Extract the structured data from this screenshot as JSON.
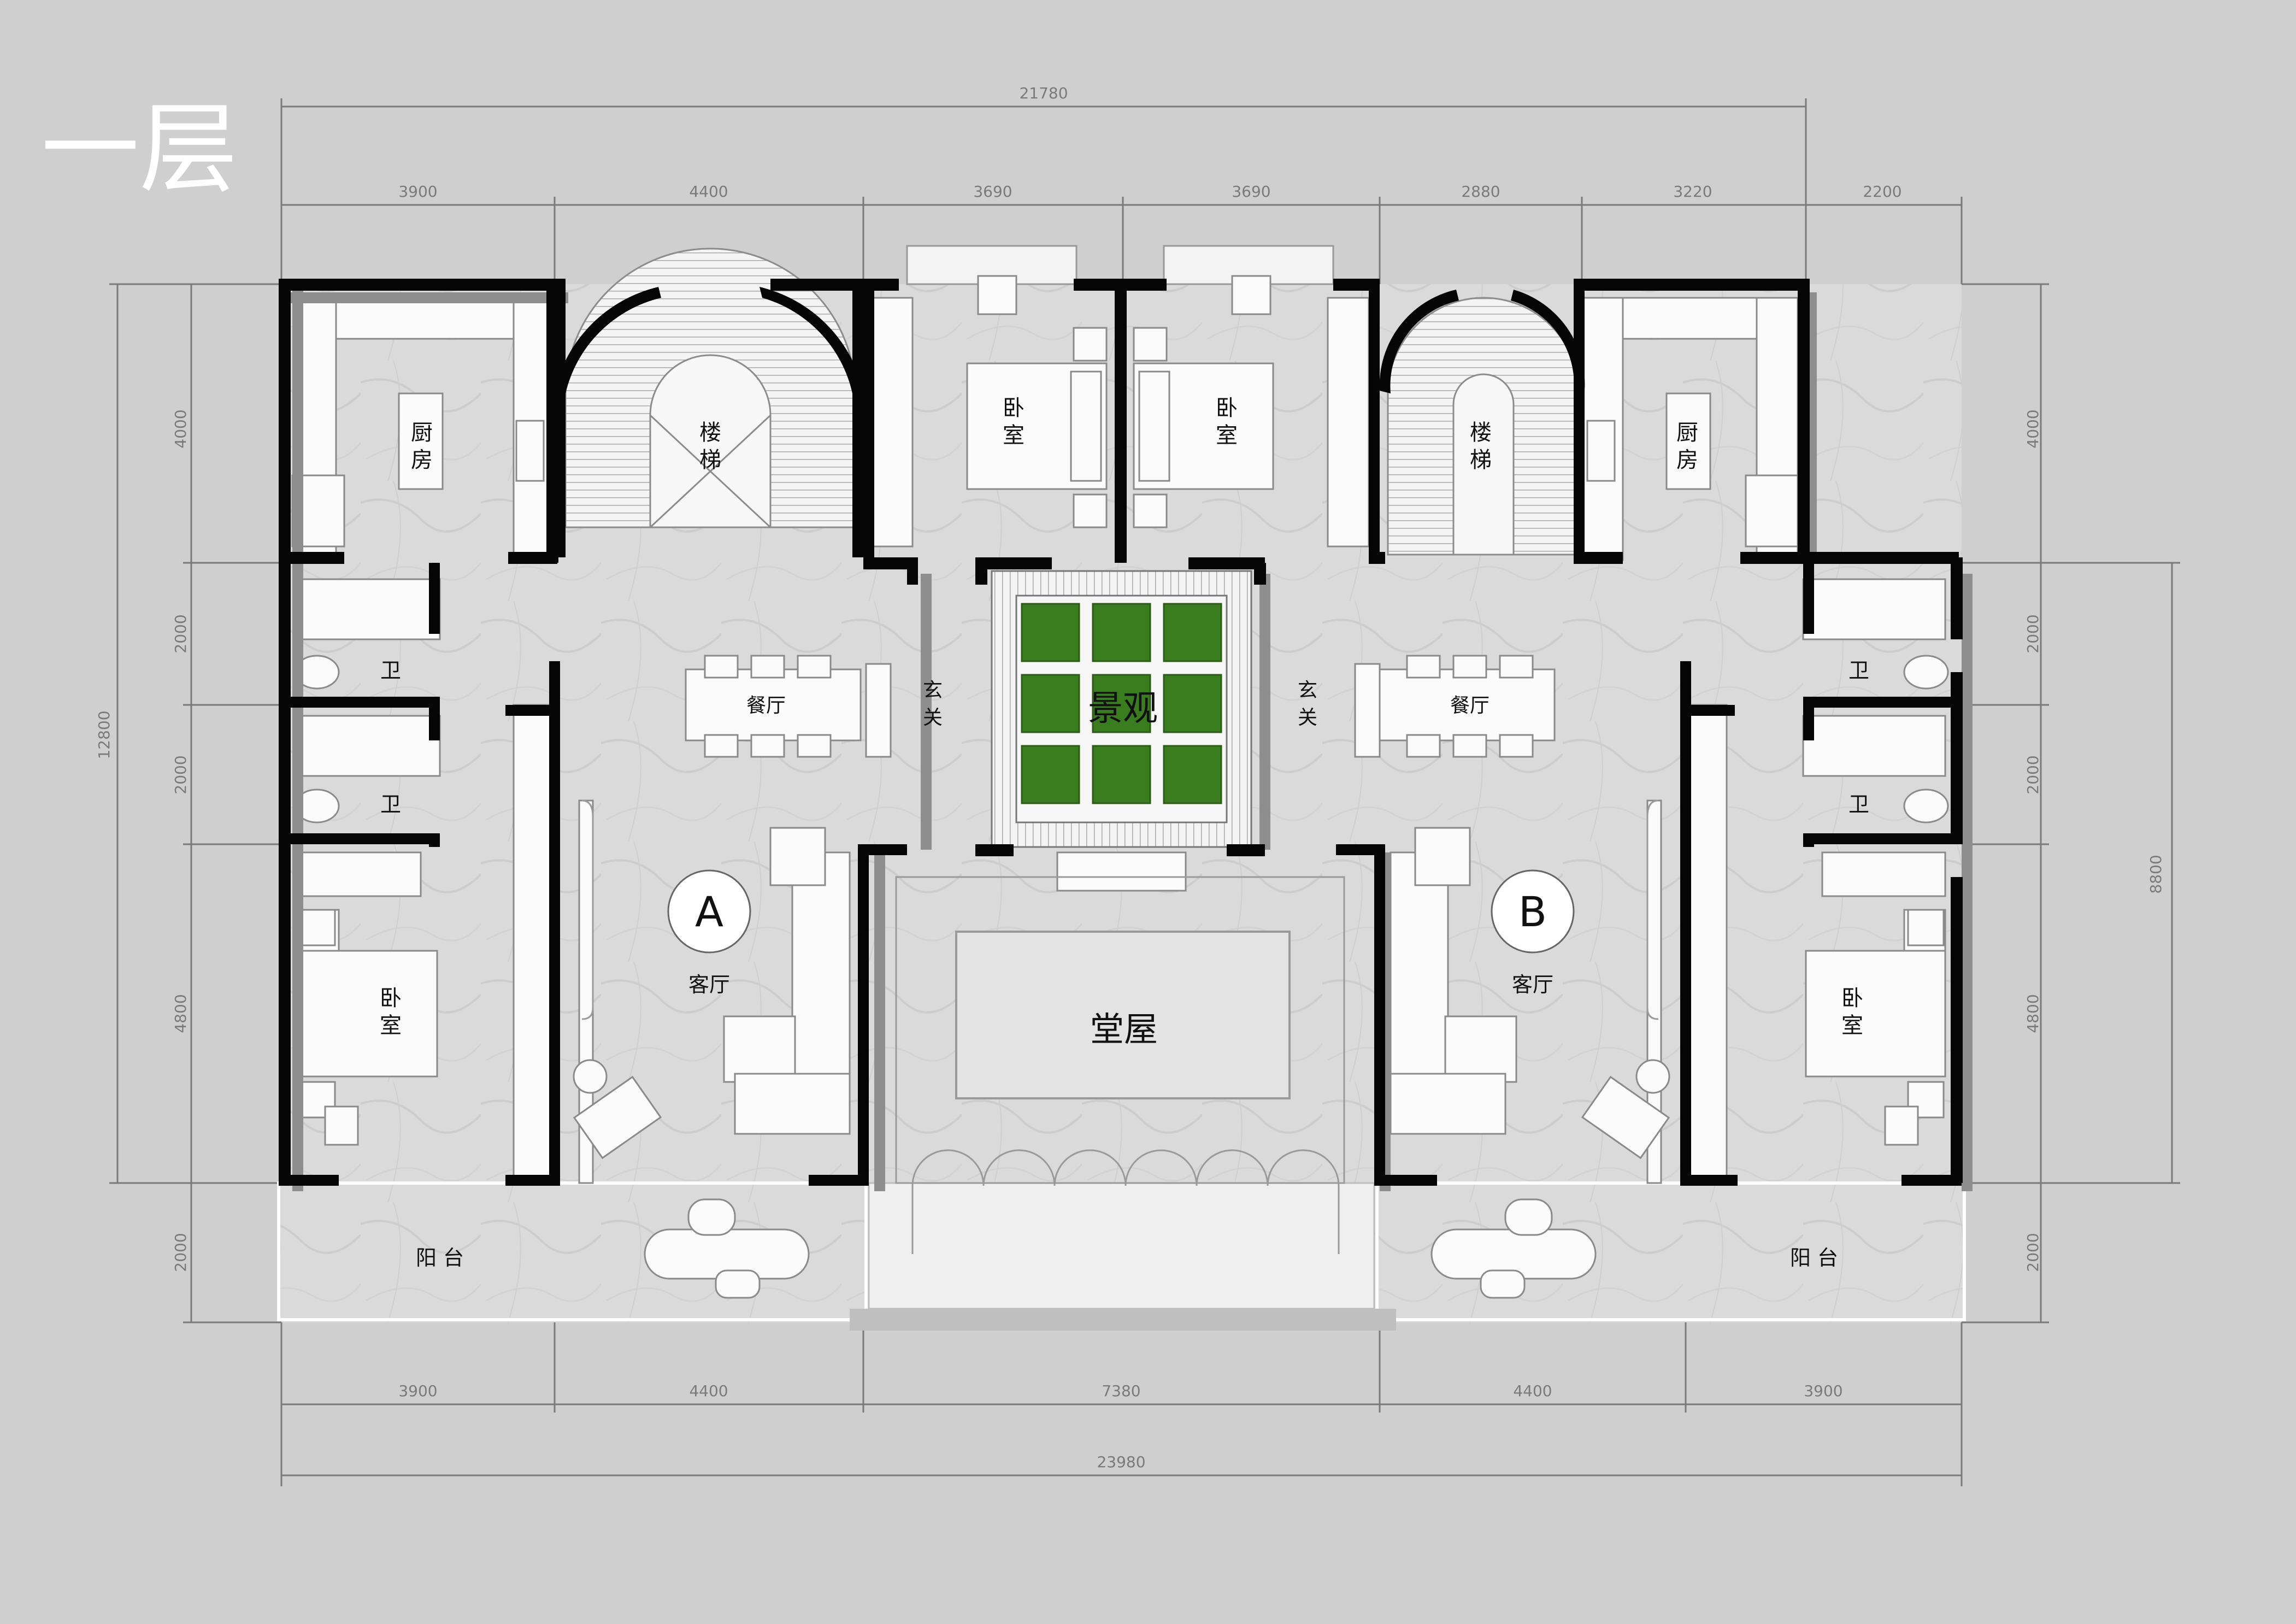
{
  "page_title": "一层",
  "dimensions": {
    "top_total": "21780",
    "top_segments": [
      "3900",
      "4400",
      "3690",
      "3690",
      "2880",
      "3220",
      "2200"
    ],
    "bottom_segments": [
      "3900",
      "4400",
      "7380",
      "4400",
      "3900"
    ],
    "bottom_total": "23980",
    "left_segments": [
      "4000",
      "2000",
      "2000",
      "4800",
      "2000"
    ],
    "left_total": "12800",
    "right_segments": [
      "4000",
      "2000",
      "2000",
      "4800",
      "2000"
    ],
    "right_total": "8800"
  },
  "rooms": {
    "kitchen_left": "厨\n房",
    "stair_left": "楼\n梯",
    "bedroom_top_left": "卧\n室",
    "bedroom_top_right": "卧\n室",
    "stair_right": "楼\n梯",
    "kitchen_right": "厨\n房",
    "bath_left_1": "卫",
    "bath_left_2": "卫",
    "bath_right_1": "卫",
    "bath_right_2": "卫",
    "dining_left": "餐厅",
    "dining_right": "餐厅",
    "foyer_left": "玄\n关",
    "foyer_right": "玄\n关",
    "landscape": "景观",
    "living_left": "客厅",
    "living_right": "客厅",
    "unit_a": "A",
    "unit_b": "B",
    "hall": "堂屋",
    "bedroom_left": "卧\n室",
    "bedroom_right": "卧\n室",
    "balcony_left": "阳 台",
    "balcony_right": "阳 台"
  },
  "colors": {
    "background": "#cfcfcf",
    "floor": "#d9d9d9",
    "wall": "#050505",
    "grass": "#3a7d1e"
  }
}
